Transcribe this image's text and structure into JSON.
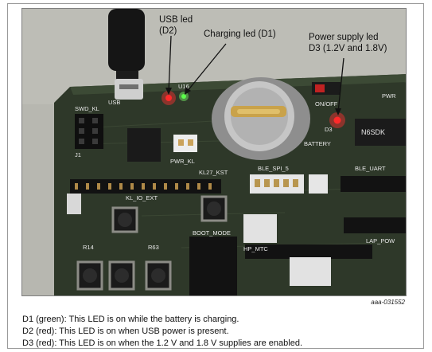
{
  "labels": {
    "usb_led": [
      "USB led",
      "(D2)"
    ],
    "charging_led": "Charging led (D1)",
    "power_led": [
      "Power supply led",
      "D3 (1.2V and 1.8V)"
    ]
  },
  "silkscreen": {
    "usb": "USB",
    "smd_kl": "SWD_KL",
    "j1": "J1",
    "u16": "U16",
    "pwr_kl": "PWR_KL",
    "kl27_kst": "KL27_KST",
    "kl_io_ext": "KL_IO_EXT",
    "ble_spi": "BLE_SPI_5",
    "ble_uart": "BLE_UART",
    "battery": "BATTERY",
    "on_off": "ON/OFF",
    "boot_mode": "BOOT_MODE",
    "hp_mtc": "HP_MTC",
    "pwr": "PWR",
    "n6sdk": "N6SDK",
    "lap_pow": "LAP_POW",
    "d3": "D3",
    "r14": "R14",
    "r63": "R63"
  },
  "figure_id": "aaa-031552",
  "caption": [
    "D1 (green): This LED is on while the battery is charging.",
    "D2 (red): This LED is on when USB power is present.",
    "D3 (red): This LED is on when the 1.2 V and 1.8 V supplies are enabled."
  ],
  "colors": {
    "pcb": "#2f3a2a",
    "led_red": "#ff2a2a",
    "led_green": "#5cff4a",
    "coin_cell": "#b5b5b5",
    "wall": "#b9b9b2"
  }
}
